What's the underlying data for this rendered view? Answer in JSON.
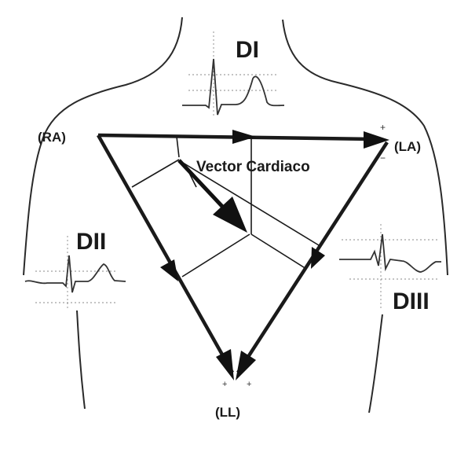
{
  "labels": {
    "ra": "(RA)",
    "la": "(LA)",
    "ll": "(LL)",
    "d1": "DI",
    "d2": "DII",
    "d3": "DIII",
    "vector": "Vector Cardiaco"
  },
  "colors": {
    "ink": "#1a1a1a",
    "background": "#ffffff"
  }
}
